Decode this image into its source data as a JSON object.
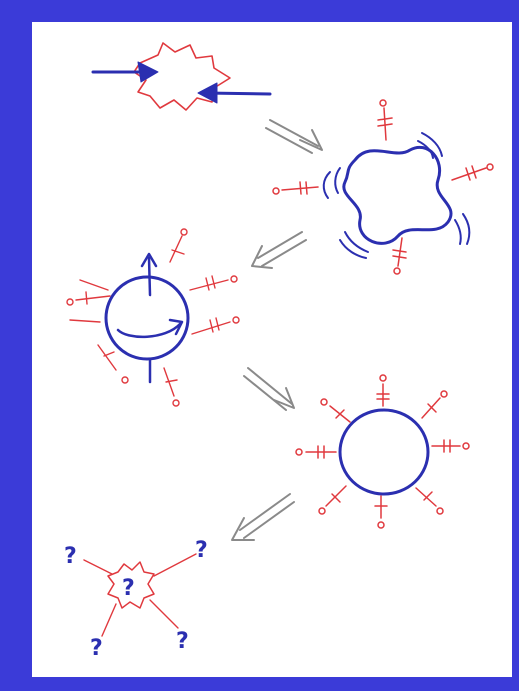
{
  "colors": {
    "frame": "#3b3bd8",
    "paper": "#ffffff",
    "ink_blue": "#2b2fb0",
    "ink_red": "#e0393e",
    "ink_gray": "#8a8a8a"
  },
  "stages": [
    {
      "id": "collision",
      "icon": "two-arrows-colliding-burst-icon"
    },
    {
      "id": "deformed-blob",
      "icon": "wobbly-blob-icon"
    },
    {
      "id": "spinning-sphere",
      "icon": "rotating-sphere-icon"
    },
    {
      "id": "round-sphere",
      "icon": "glowing-sphere-icon"
    },
    {
      "id": "unknown",
      "icon": "question-burst-icon"
    }
  ],
  "labels": {
    "center_mark": "?",
    "q_top_left": "?",
    "q_top_right": "?",
    "q_bottom_left": "?",
    "q_bottom_right": "?"
  }
}
